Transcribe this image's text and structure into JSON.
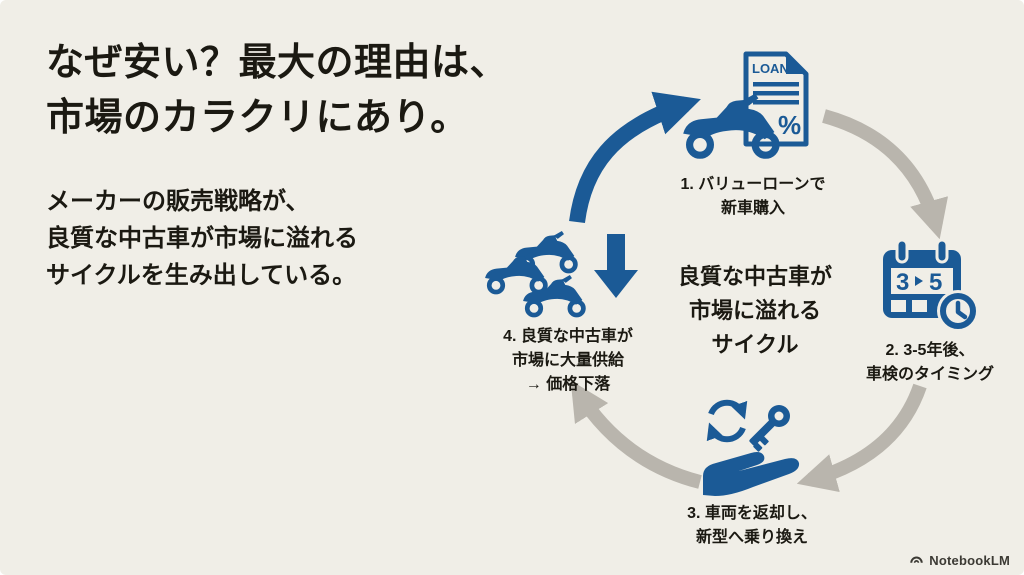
{
  "colors": {
    "background": "#f0eee7",
    "accent_blue": "#1b5a96",
    "arrow_gray": "#b9b5ad",
    "text_dark": "#1b1912",
    "footer_gray": "#3c3a34"
  },
  "headline": {
    "line1": "なぜ安い？最大の理由は、",
    "line2": "市場のカラクリにあり。"
  },
  "subtext": {
    "line1": "メーカーの販売戦略が、",
    "line2": "良質な中古車が市場に溢れる",
    "line3": "サイクルを生み出している。"
  },
  "cycle": {
    "center": {
      "line1": "良質な中古車が",
      "line2": "市場に溢れる",
      "line3": "サイクル"
    },
    "icon_text": {
      "loan": "LOAN",
      "percent": "%",
      "calendar_from": "3",
      "calendar_to": "5"
    },
    "steps": [
      {
        "icon": "motorcycle-loan-document-icon",
        "line1": "1. バリューローンで",
        "line2": "新車購入"
      },
      {
        "icon": "calendar-3-to-5-years-clock-icon",
        "line1": "2. 3-5年後、",
        "line2": "車検のタイミング"
      },
      {
        "icon": "hand-key-return-recycle-icon",
        "line1": "3. 車両を返却し、",
        "line2": "新型へ乗り換え"
      },
      {
        "icon": "used-motorcycles-price-drop-icon",
        "line1": "4. 良質な中古車が",
        "line2": "市場に大量供給",
        "line3": "→ 価格下落"
      }
    ]
  },
  "footer": {
    "brand": "NotebookLM"
  }
}
